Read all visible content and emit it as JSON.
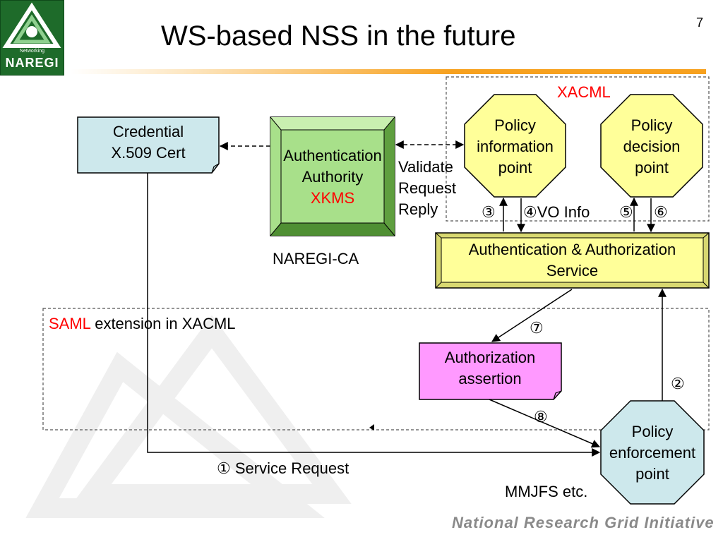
{
  "slide": {
    "title": "WS-based NSS in the future",
    "page_number": "7",
    "footer": "National Research Grid Initiative"
  },
  "logo": {
    "name": "NAREGI",
    "tagline": "Networking"
  },
  "regions": {
    "xacml_label": "XACML",
    "saml_label_red": "SAML",
    "saml_label_rest": " extension in XACML"
  },
  "nodes": {
    "credential": {
      "line1": "Credential",
      "line2": "X.509 Cert"
    },
    "auth_authority": {
      "line1": "Authentication",
      "line2": "Authority",
      "line3": "XKMS",
      "caption": "NAREGI-CA"
    },
    "pip": {
      "line1": "Policy",
      "line2": "information",
      "line3": "point"
    },
    "pdp": {
      "line1": "Policy",
      "line2": "decision",
      "line3": "point"
    },
    "aas": {
      "line1": "Authentication & Authorization",
      "line2": "Service"
    },
    "assertion": {
      "line1": "Authorization",
      "line2": "assertion"
    },
    "pep": {
      "line1": "Policy",
      "line2": "enforcement",
      "line3": "point",
      "caption": "MMJFS etc."
    }
  },
  "edges": {
    "validate": {
      "line1": "Validate",
      "line2": "Request",
      "line3": "Reply"
    },
    "step3": "③",
    "step4": "④VO Info",
    "step5": "⑤",
    "step6": "⑥",
    "step7": "⑦",
    "step2": "②",
    "step8": "⑧",
    "step1": "① Service Request"
  },
  "colors": {
    "credential_fill": "#cde8ec",
    "authority_fill": "#a8e08a",
    "octagon_fill": "#ffff99",
    "aas_fill": "#ffff99",
    "assertion_fill": "#ff99ff",
    "pep_fill": "#cde8ec",
    "accent_red": "#ff0000",
    "rule_orange": "#f7a11f"
  }
}
